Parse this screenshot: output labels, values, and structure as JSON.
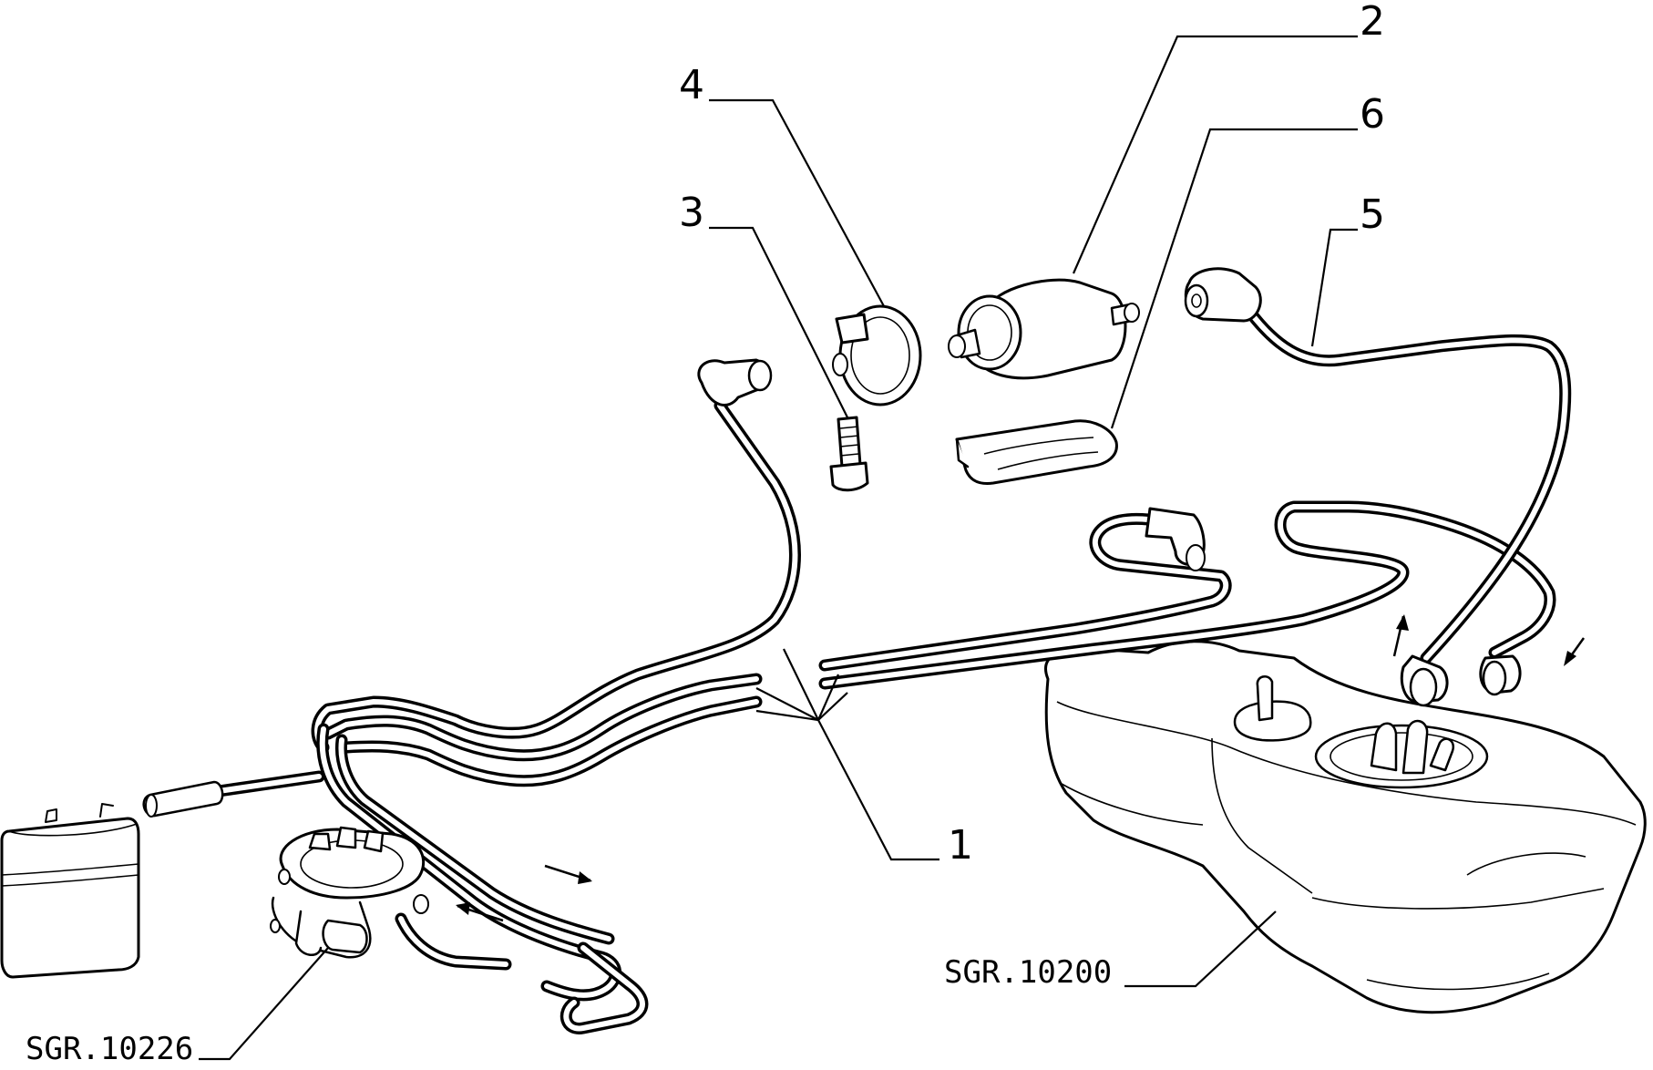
{
  "callouts": {
    "c1": "1",
    "c2": "2",
    "c3": "3",
    "c4": "4",
    "c5": "5",
    "c6": "6"
  },
  "references": {
    "tank": "SGR.10200",
    "pump": "SGR.10226"
  },
  "icons": {
    "flow_arrow": "arrow-icon"
  }
}
